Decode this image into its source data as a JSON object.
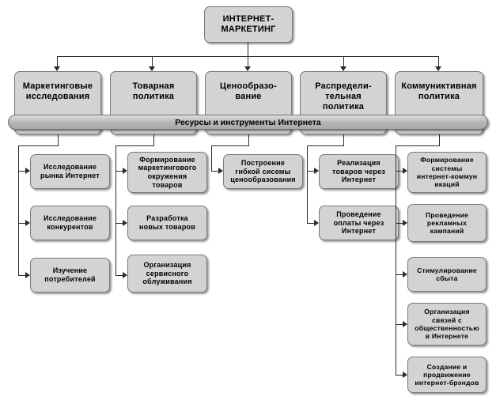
{
  "diagram": {
    "title": "ИНТЕРНЕТ-МАРКЕТИНГ",
    "band_label": "Ресурсы и инструменты Интернета",
    "colors": {
      "node_fill": "#d3d3d3",
      "node_border": "#7a7a7a",
      "band_fill": "#b4b4b4",
      "connector": "#2b2b2b",
      "background": "#ffffff"
    },
    "root": {
      "label": "ИНТЕРНЕТ-\nМАРКЕТИНГ"
    },
    "columns": [
      {
        "heading": "Маркетинговые\nисследования",
        "items": [
          "Исследование\nрынка Интернет",
          "Исследование\nконкурентов",
          "Изучение\nпотребителей"
        ]
      },
      {
        "heading": "Товарная\nполитика",
        "items": [
          "Формирование\nмаркетингового\nокружения\nтоваров",
          "Разработка\nновых товаров",
          "Организация\nсервисного\nоблуживания"
        ]
      },
      {
        "heading": "Ценообразо-\nвание",
        "items": [
          "Построение\nгибкой сиcемы\nценообразования"
        ]
      },
      {
        "heading": "Распредели-\nтельная\nполитика",
        "items": [
          "Реализация\nтоваров через\nИнтернет",
          "Проведение\nоплаты через\nИнтернет"
        ]
      },
      {
        "heading": "Коммуниктивная\nполитика",
        "items": [
          "Формирование\nсистемы\nинтернет-коммун\nикаций",
          "Проведение\nрекламных\nкампаний",
          "Стимулирование\nсбыта",
          "Организация\nсвязей с\nобщественностью\nв Интернете",
          "Создание и\nпродвижение\nинтернет-брэндов"
        ]
      }
    ]
  }
}
